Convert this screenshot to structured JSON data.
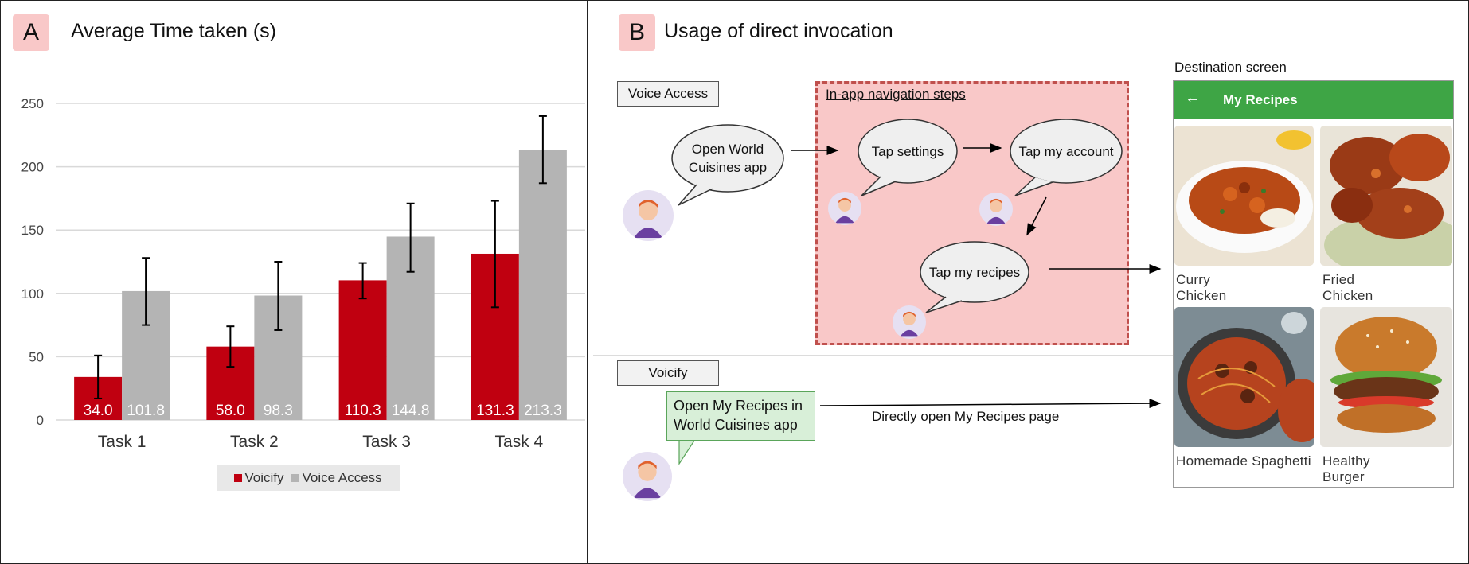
{
  "panel_a": {
    "letter": "A",
    "title": "Average Time taken (s)"
  },
  "panel_b": {
    "letter": "B",
    "title": "Usage of direct invocation"
  },
  "chart_data": {
    "type": "bar",
    "title": "Average Time taken (s)",
    "categories": [
      "Task 1",
      "Task 2",
      "Task 3",
      "Task 4"
    ],
    "series": [
      {
        "name": "Voicify",
        "values": [
          34.0,
          58.0,
          110.3,
          131.3
        ],
        "labels": [
          "34.0",
          "58.0",
          "110.3",
          "131.3"
        ],
        "error_low": [
          17,
          42,
          96,
          89
        ],
        "error_high": [
          51,
          74,
          124,
          173
        ],
        "color": "#c00010"
      },
      {
        "name": "Voice Access",
        "values": [
          101.8,
          98.3,
          144.8,
          213.3
        ],
        "labels": [
          "101.8",
          "98.3",
          "144.8",
          "213.3"
        ],
        "error_low": [
          75,
          71,
          117,
          187
        ],
        "error_high": [
          128,
          125,
          171,
          240
        ],
        "color": "#b4b4b4"
      }
    ],
    "yticks": [
      "0",
      "50",
      "100",
      "150",
      "200",
      "250"
    ],
    "ylim": [
      0,
      250
    ],
    "grid": true,
    "legend_position": "bottom"
  },
  "flow": {
    "voice_access_label": "Voice Access",
    "voicify_label": "Voicify",
    "steps_title": "In-app navigation steps",
    "bubble_open": "Open World Cuisines app",
    "bubble_settings": "Tap settings",
    "bubble_account": "Tap my account",
    "bubble_recipes": "Tap my recipes",
    "voicify_command": "Open My Recipes in World Cuisines app",
    "direct_text": "Directly open My Recipes page"
  },
  "destination": {
    "label": "Destination screen",
    "header_title": "My Recipes",
    "back_icon": "←",
    "recipes": [
      "Curry Chicken",
      "Fried Chicken",
      "Homemade Spaghetti",
      "Healthy Burger"
    ]
  },
  "colors": {
    "voicify": "#c00010",
    "voice_access": "#b4b4b4",
    "header_green": "#3ea545",
    "steps_bg": "#f9c8c8"
  }
}
